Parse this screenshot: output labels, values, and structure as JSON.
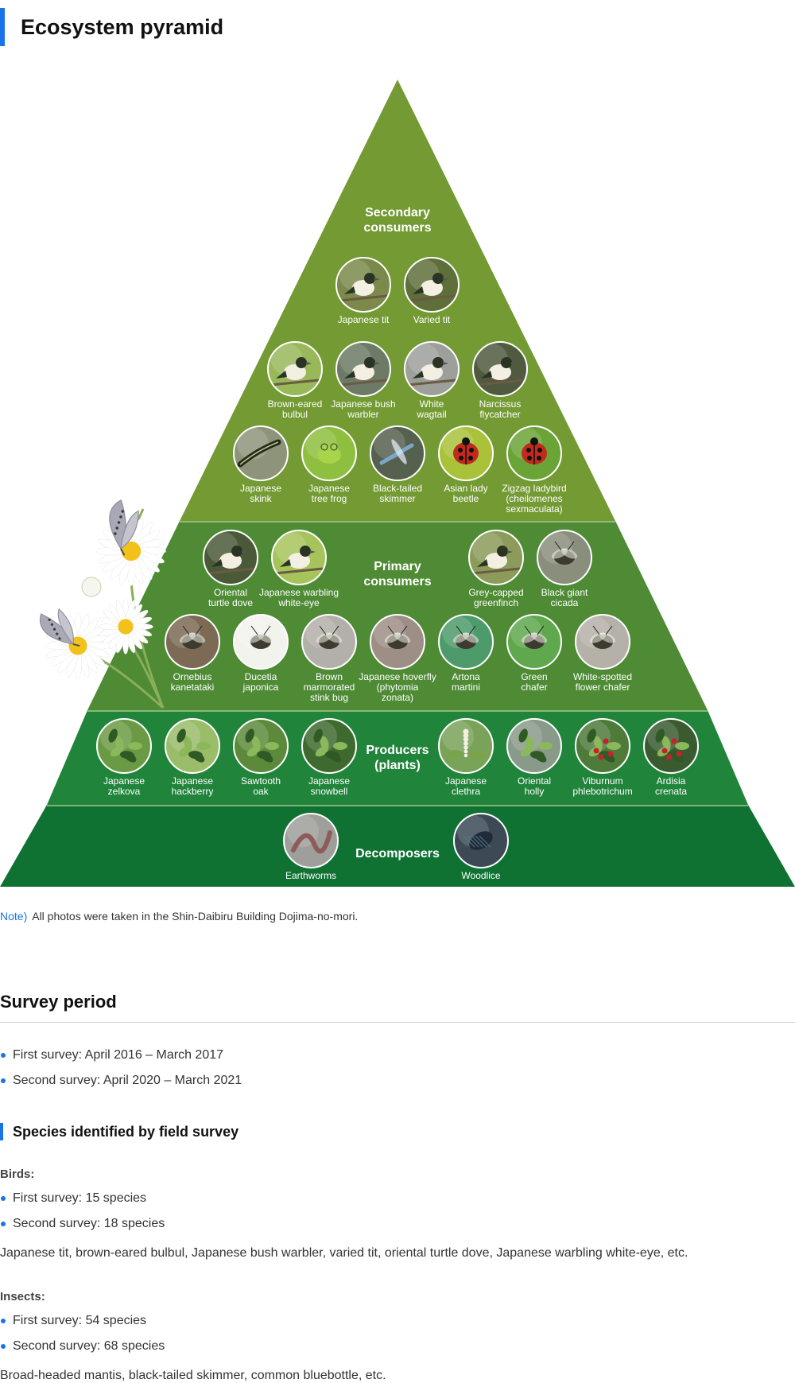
{
  "page": {
    "title": "Ecosystem pyramid"
  },
  "pyramid": {
    "levels": [
      {
        "label": [
          "Secondary",
          "consumers"
        ],
        "species": [
          {
            "name": [
              "Japanese tit"
            ],
            "icon": "bird-icon",
            "color": "#7b8a4a"
          },
          {
            "name": [
              "Varied tit"
            ],
            "icon": "bird-icon",
            "color": "#5e6f3a"
          },
          {
            "name": [
              "Brown-eared",
              "bulbul"
            ],
            "icon": "bird-icon",
            "color": "#98b85a"
          },
          {
            "name": [
              "Japanese bush",
              "warbler"
            ],
            "icon": "bird-icon",
            "color": "#6d7b66"
          },
          {
            "name": [
              "White",
              "wagtail"
            ],
            "icon": "bird-icon",
            "color": "#9c9f9a"
          },
          {
            "name": [
              "Narcissus",
              "flycatcher"
            ],
            "icon": "bird-icon",
            "color": "#4f5a3e"
          },
          {
            "name": [
              "Japanese",
              "skink"
            ],
            "icon": "lizard-icon",
            "color": "#8d9479"
          },
          {
            "name": [
              "Japanese",
              "tree frog"
            ],
            "icon": "frog-icon",
            "color": "#8fbf3f"
          },
          {
            "name": [
              "Black-tailed",
              "skimmer"
            ],
            "icon": "dragonfly-icon",
            "color": "#55604e"
          },
          {
            "name": [
              "Asian lady",
              "beetle"
            ],
            "icon": "ladybug-icon",
            "color": "#a9c23a"
          },
          {
            "name": [
              "Zigzag ladybird",
              "(cheilomenes",
              "sexmaculata)"
            ],
            "icon": "ladybug-icon",
            "color": "#6aa436"
          }
        ]
      },
      {
        "label": [
          "Primary",
          "consumers"
        ],
        "species": [
          {
            "name": [
              "Oriental",
              "turtle dove"
            ],
            "icon": "bird-icon",
            "color": "#4a5a38"
          },
          {
            "name": [
              "Japanese warbling",
              "white-eye"
            ],
            "icon": "bird-icon",
            "color": "#a7c35b"
          },
          {
            "name": [
              "Grey-capped",
              "greenfinch"
            ],
            "icon": "bird-icon",
            "color": "#8c9a5a"
          },
          {
            "name": [
              "Black giant",
              "cicada"
            ],
            "icon": "cicada-icon",
            "color": "#8a8f7d"
          },
          {
            "name": [
              "Ornebius",
              "kanetataki"
            ],
            "icon": "cricket-icon",
            "color": "#7c6a55"
          },
          {
            "name": [
              "Ducetia",
              "japonica"
            ],
            "icon": "katydid-icon",
            "color": "#f3f3ee"
          },
          {
            "name": [
              "Brown",
              "marmorated",
              "stink bug"
            ],
            "icon": "bug-icon",
            "color": "#b3b0ab"
          },
          {
            "name": [
              "Japanese hoverfly",
              "(phytomia",
              "zonata)"
            ],
            "icon": "fly-icon",
            "color": "#9e8f86"
          },
          {
            "name": [
              "Artona",
              "martini"
            ],
            "icon": "moth-icon",
            "color": "#4d9a6a"
          },
          {
            "name": [
              "Green",
              "chafer"
            ],
            "icon": "beetle-icon",
            "color": "#5fa84e"
          },
          {
            "name": [
              "White-spotted",
              "flower chafer"
            ],
            "icon": "beetle-icon",
            "color": "#b5b1a8"
          }
        ]
      },
      {
        "label": [
          "Producers",
          "(plants)"
        ],
        "species": [
          {
            "name": [
              "Japanese",
              "zelkova"
            ],
            "icon": "leaf-icon",
            "color": "#6b9a45"
          },
          {
            "name": [
              "Japanese",
              "hackberry"
            ],
            "icon": "leaf-icon",
            "color": "#9bbd6a"
          },
          {
            "name": [
              "Sawtooth",
              "oak"
            ],
            "icon": "leaf-icon",
            "color": "#5c8a3a"
          },
          {
            "name": [
              "Japanese",
              "snowbell"
            ],
            "icon": "leaf-icon",
            "color": "#3f6a2f"
          },
          {
            "name": [
              "Japanese",
              "clethra"
            ],
            "icon": "flower-icon",
            "color": "#7aa35a"
          },
          {
            "name": [
              "Oriental",
              "holly"
            ],
            "icon": "leaf-icon",
            "color": "#8a9a8a"
          },
          {
            "name": [
              "Viburnum",
              "phlebotrichum"
            ],
            "icon": "berry-icon",
            "color": "#4e7a3a"
          },
          {
            "name": [
              "Ardisia",
              "crenata"
            ],
            "icon": "berry-icon",
            "color": "#3a5a30"
          }
        ]
      },
      {
        "label": [
          "Decomposers"
        ],
        "species": [
          {
            "name": [
              "Earthworms"
            ],
            "icon": "worm-icon",
            "color": "#9e9e9a"
          },
          {
            "name": [
              "Woodlice"
            ],
            "icon": "woodlouse-icon",
            "color": "#3d4a55"
          }
        ]
      }
    ]
  },
  "note": {
    "tag": "Note)",
    "text": "All photos were taken in the Shin-Daibiru Building Dojima-no-mori."
  },
  "survey": {
    "title": "Survey period",
    "items": [
      "First survey: April 2016 – March 2017",
      "Second survey: April 2020 – March 2021"
    ]
  },
  "species_section": {
    "title": "Species identified by field survey",
    "birds": {
      "label": "Birds:",
      "items": [
        "First survey: 15 species",
        "Second survey: 18 species"
      ],
      "examples": "Japanese tit, brown-eared bulbul, Japanese bush warbler, varied tit, oriental turtle dove, Japanese warbling white-eye, etc."
    },
    "insects": {
      "label": "Insects:",
      "items": [
        "First survey: 54 species",
        "Second survey: 68 species"
      ],
      "examples": "Broad-headed mantis, black-tailed skimmer, common bluebottle, etc."
    }
  },
  "colors": {
    "accent": "#1a73e8",
    "tier1": "#739a33",
    "tier2": "#4e8b34",
    "tier3": "#21843b",
    "tier4": "#0f7233",
    "divider": "#a9c98c",
    "photo_ring": "#ffffff",
    "daisy_petal": "#ffffff",
    "daisy_center": "#f2c21b",
    "butterfly": "#a9a8b5"
  }
}
